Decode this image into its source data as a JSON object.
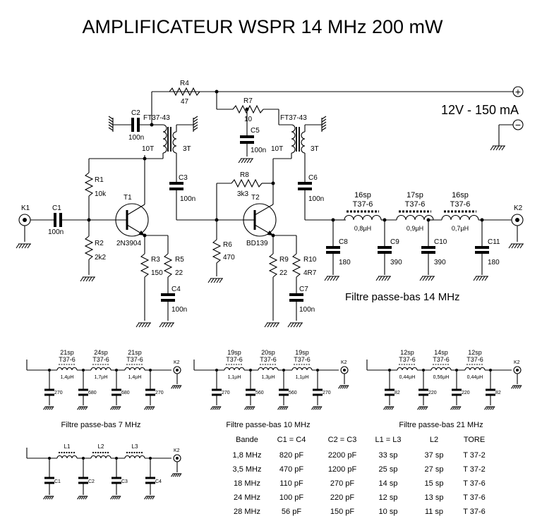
{
  "title": "AMPLIFICATEUR WSPR 14 MHz 200 mW",
  "supply": {
    "label": "12V - 150 mA",
    "plus": "+",
    "minus": "−"
  },
  "connectors": {
    "in": "K1",
    "out": "K2"
  },
  "components": {
    "C1": {
      "ref": "C1",
      "val": "100n"
    },
    "C2": {
      "ref": "C2",
      "val": "100n"
    },
    "C3": {
      "ref": "C3",
      "val": "100n"
    },
    "C4": {
      "ref": "C4",
      "val": "100n"
    },
    "C5": {
      "ref": "C5",
      "val": "100n"
    },
    "C6": {
      "ref": "C6",
      "val": "100n"
    },
    "C7": {
      "ref": "C7",
      "val": "100n"
    },
    "C8": {
      "ref": "C8",
      "val": "180"
    },
    "C9": {
      "ref": "C9",
      "val": "390"
    },
    "C10": {
      "ref": "C10",
      "val": "390"
    },
    "C11": {
      "ref": "C11",
      "val": "180"
    },
    "R1": {
      "ref": "R1",
      "val": "10k"
    },
    "R2": {
      "ref": "R2",
      "val": "2k2"
    },
    "R3": {
      "ref": "R3",
      "val": "150"
    },
    "R4": {
      "ref": "R4",
      "val": "47"
    },
    "R5": {
      "ref": "R5",
      "val": "22"
    },
    "R6": {
      "ref": "R6",
      "val": "470"
    },
    "R7": {
      "ref": "R7",
      "val": "10"
    },
    "R8": {
      "ref": "R8",
      "val": "3k3"
    },
    "R9": {
      "ref": "R9",
      "val": "22"
    },
    "R10": {
      "ref": "R10",
      "val": "4R7"
    },
    "T1": {
      "ref": "T1",
      "val": "2N3904"
    },
    "T2": {
      "ref": "T2",
      "val": "BD139"
    },
    "TR1": {
      "core": "FT37-43",
      "pri": "10T",
      "sec": "3T"
    },
    "TR2": {
      "core": "FT37-43",
      "pri": "10T",
      "sec": "3T"
    }
  },
  "main_filter": {
    "caption": "Filtre passe-bas 14 MHz",
    "coils": [
      {
        "turns": "16sp",
        "core": "T37-6",
        "ind": "0,8µH"
      },
      {
        "turns": "17sp",
        "core": "T37-6",
        "ind": "0,9µH"
      },
      {
        "turns": "16sp",
        "core": "T37-6",
        "ind": "0,7µH"
      }
    ],
    "caps": [
      {
        "ref": "C8",
        "val": "180"
      },
      {
        "ref": "C9",
        "val": "390"
      },
      {
        "ref": "C10",
        "val": "390"
      },
      {
        "ref": "C11",
        "val": "180"
      }
    ]
  },
  "filters": [
    {
      "caption": "Filtre passe-bas 7 MHz",
      "coils": [
        {
          "turns": "21sp",
          "core": "T37-6",
          "ind": "1,4µH"
        },
        {
          "turns": "24sp",
          "core": "T37-6",
          "ind": "1,7µH"
        },
        {
          "turns": "21sp",
          "core": "T37-6",
          "ind": "1,4µH"
        }
      ],
      "caps": [
        "270",
        "680",
        "680",
        "270"
      ]
    },
    {
      "caption": "Filtre passe-bas 10 MHz",
      "coils": [
        {
          "turns": "19sp",
          "core": "T37-6",
          "ind": "1,1µH"
        },
        {
          "turns": "20sp",
          "core": "T37-6",
          "ind": "1,3µH"
        },
        {
          "turns": "19sp",
          "core": "T37-6",
          "ind": "1,1µH"
        }
      ],
      "caps": [
        "270",
        "560",
        "560",
        "270"
      ]
    },
    {
      "caption": "Filtre passe-bas 21 MHz",
      "coils": [
        {
          "turns": "12sp",
          "core": "T37-6",
          "ind": "0,44µH"
        },
        {
          "turns": "14sp",
          "core": "T37-6",
          "ind": "0,56µH"
        },
        {
          "turns": "12sp",
          "core": "T37-6",
          "ind": "0,44µH"
        }
      ],
      "caps": [
        "82",
        "220",
        "220",
        "82"
      ]
    }
  ],
  "generic_filter": {
    "coils": [
      "L1",
      "L2",
      "L3"
    ],
    "caps": [
      "C1",
      "C2",
      "C3",
      "C4"
    ]
  },
  "table": {
    "headers": [
      "Bande",
      "C1 = C4",
      "C2 = C3",
      "L1 = L3",
      "L2",
      "TORE"
    ],
    "rows": [
      [
        "1,8 MHz",
        "820 pF",
        "2200 pF",
        "33 sp",
        "37 sp",
        "T 37-2"
      ],
      [
        "3,5 MHz",
        "470 pF",
        "1200 pF",
        "25 sp",
        "27 sp",
        "T 37-2"
      ],
      [
        "18 MHz",
        "110 pF",
        "270 pF",
        "14 sp",
        "15 sp",
        "T 37-6"
      ],
      [
        "24 MHz",
        "100 pF",
        "220 pF",
        "12 sp",
        "13 sp",
        "T 37-6"
      ],
      [
        "28 MHz",
        "56 pF",
        "150 pF",
        "10 sp",
        "11 sp",
        "T 37-6"
      ]
    ]
  }
}
